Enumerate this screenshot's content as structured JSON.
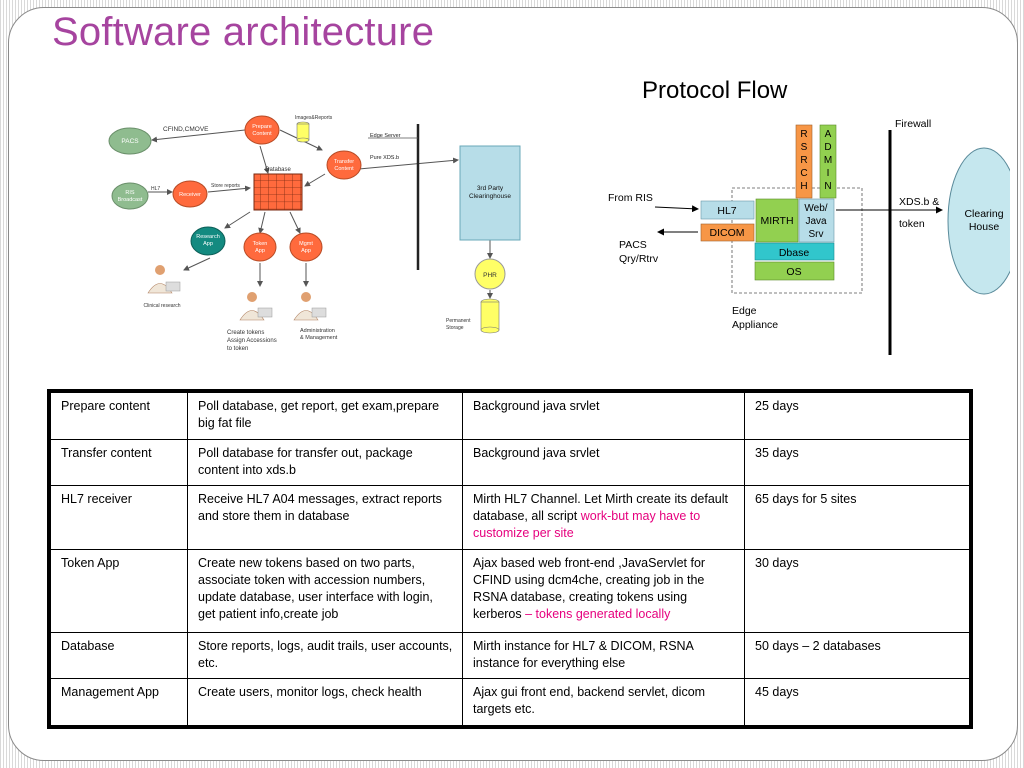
{
  "slide": {
    "title": "Software architecture"
  },
  "architecture": {
    "nodes": {
      "pacs": "PACS",
      "ris_broadcast": [
        "RIS",
        "Broadcast"
      ],
      "receiver": "Receiver",
      "prepare_content": [
        "Prepare",
        "Content"
      ],
      "transfer_content": [
        "Transfer",
        "Content"
      ],
      "database": "Database",
      "research_app": [
        "Research",
        "App"
      ],
      "token_app": [
        "Token",
        "App"
      ],
      "mgmt_app": [
        "Mgmt",
        "App"
      ],
      "clearinghouse": [
        "3rd Party",
        "Clearinghouse"
      ],
      "phr": "PHR",
      "permanent_storage": [
        "Permanent",
        "Storage"
      ]
    },
    "labels": {
      "cfind_cmove": "CFIND,CMOVE",
      "images_reports": "Images&Reports",
      "hl7": "HL7",
      "store_reports": "Store reports",
      "edge_server": "Edge Server",
      "pure_xds": "Pure XDS.b",
      "clinical_research": "Clinical research",
      "create_tokens": [
        "Create tokens",
        "Assign Accessions",
        "to token"
      ],
      "administration": [
        "Administration",
        "& Management"
      ]
    }
  },
  "protocol_flow": {
    "title": "Protocol Flow",
    "firewall": "Firewall",
    "rsrch": [
      "R",
      "S",
      "R",
      "C",
      "H"
    ],
    "admin": [
      "A",
      "D",
      "M",
      "I",
      "N"
    ],
    "from_ris": "From RIS",
    "pacs_qry": [
      "PACS",
      "Qry/Rtrv"
    ],
    "hl7": "HL7",
    "dicom": "DICOM",
    "mirth": "MIRTH",
    "web_java": [
      "Web/",
      "Java",
      "Srv"
    ],
    "dbase": "Dbase",
    "os": "OS",
    "edge_appliance": [
      "Edge",
      "Appliance"
    ],
    "xds_token": [
      "XDS.b &",
      "token"
    ],
    "clearing_house": [
      "Clearing",
      "House"
    ],
    "colors": {
      "hl7": "#b7dde8",
      "dicom": "#f79646",
      "mirth": "#92d050",
      "dbase": "#31c6cc",
      "os": "#92d050",
      "rsrch": "#f79646",
      "admin": "#92d050",
      "clearing": "#c5e7ee"
    }
  },
  "table": {
    "rows": [
      {
        "component": "Prepare content",
        "description": "Poll database, get report, get exam,prepare big fat file",
        "implementation": "Background java srvlet",
        "implementation_note": "",
        "effort": "25 days"
      },
      {
        "component": "Transfer content",
        "description": "Poll database for transfer out, package content into xds.b",
        "implementation": "Background java srvlet",
        "implementation_note": "",
        "effort": "35 days"
      },
      {
        "component": "HL7 receiver",
        "description": "Receive HL7 A04 messages, extract reports and store them in database",
        "implementation": "Mirth HL7 Channel. Let Mirth create its default database, all script",
        "implementation_note": "work-but may have to customize per site",
        "effort": "65 days for 5 sites"
      },
      {
        "component": "Token App",
        "description": "Create new tokens based on two parts, associate token with accession numbers, update database, user interface with login, get patient info,create job",
        "implementation": "Ajax based web front-end ,JavaServlet for CFIND using dcm4che, creating job in the RSNA database, creating tokens using kerberos",
        "implementation_note": "– tokens generated locally",
        "effort": "30 days"
      },
      {
        "component": "Database",
        "description": "Store reports, logs, audit trails, user accounts, etc.",
        "implementation": "Mirth instance for HL7 & DICOM, RSNA instance for everything else",
        "implementation_note": "",
        "effort": "50 days – 2 databases"
      },
      {
        "component": "Management App",
        "description": "Create users, monitor logs, check health",
        "implementation": "Ajax gui front end, backend servlet, dicom targets etc.",
        "implementation_note": "",
        "effort": "45 days"
      }
    ]
  }
}
